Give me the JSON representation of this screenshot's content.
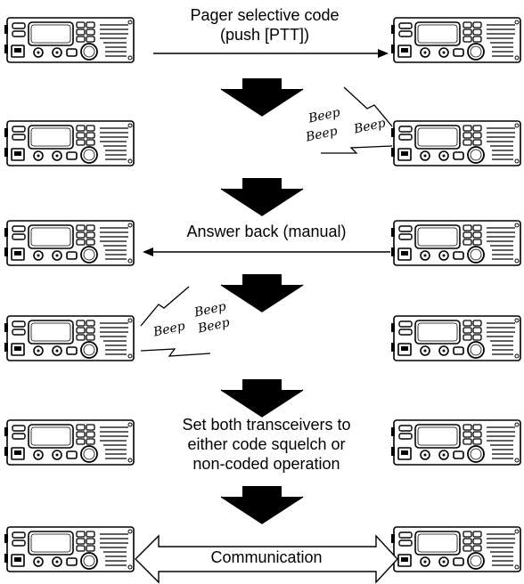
{
  "steps": [
    {
      "label": "Pager selective code\n(push [PTT])",
      "arrow_direction": "right"
    },
    {
      "beep_side": "right",
      "beeps": [
        "Beep",
        "Beep",
        "Beep"
      ]
    },
    {
      "label": "Answer back (manual)",
      "arrow_direction": "left"
    },
    {
      "beep_side": "left",
      "beeps": [
        "Beep",
        "Beep",
        "Beep"
      ]
    },
    {
      "label": "Set both transceivers to\neither code squelch or\nnon-coded operation"
    },
    {
      "label": "Communication",
      "arrow_direction": "both"
    }
  ],
  "icons": {
    "transceiver": "transceiver-icon",
    "flow_arrow": "down-arrow-icon",
    "signal": "lightning-signal-icon"
  }
}
